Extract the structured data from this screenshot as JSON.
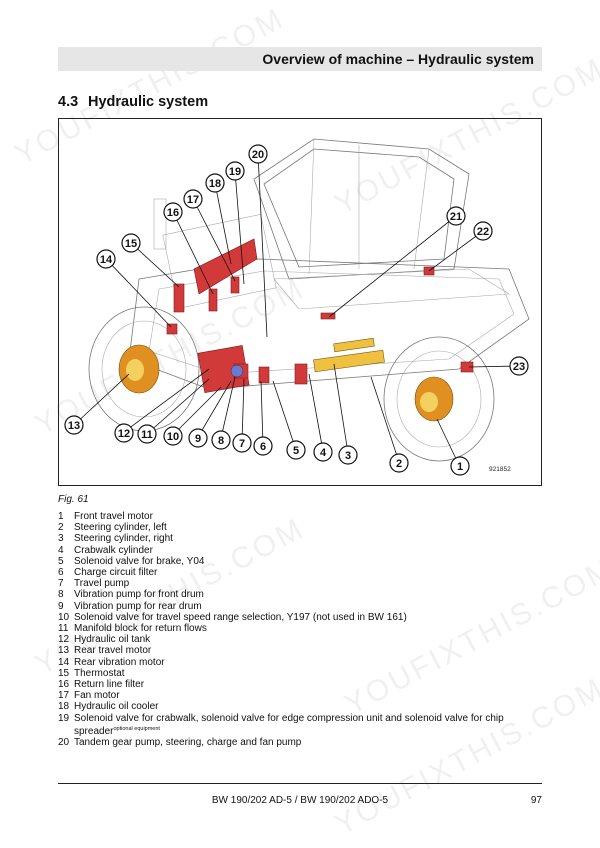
{
  "header": {
    "title": "Overview of machine – Hydraulic system"
  },
  "section": {
    "number": "4.3",
    "title": "Hydraulic system"
  },
  "figure": {
    "id": "921852",
    "caption": "Fig.  61",
    "callouts": [
      "1",
      "2",
      "3",
      "4",
      "5",
      "6",
      "7",
      "8",
      "9",
      "10",
      "11",
      "12",
      "13",
      "14",
      "15",
      "16",
      "17",
      "18",
      "19",
      "20",
      "21",
      "22",
      "23"
    ]
  },
  "legend": [
    {
      "num": "1",
      "text": "Front travel motor"
    },
    {
      "num": "2",
      "text": "Steering cylinder, left"
    },
    {
      "num": "3",
      "text": "Steering cylinder, right"
    },
    {
      "num": "4",
      "text": "Crabwalk cylinder"
    },
    {
      "num": "5",
      "text": "Solenoid valve for brake, Y04"
    },
    {
      "num": "6",
      "text": "Charge circuit filter"
    },
    {
      "num": "7",
      "text": "Travel pump"
    },
    {
      "num": "8",
      "text": "Vibration pump for front drum"
    },
    {
      "num": "9",
      "text": "Vibration pump for rear drum"
    },
    {
      "num": "10",
      "text": "Solenoid valve for travel speed range selection, Y197 (not used in BW 161)"
    },
    {
      "num": "11",
      "text": "Manifold block for return flows"
    },
    {
      "num": "12",
      "text": "Hydraulic oil tank"
    },
    {
      "num": "13",
      "text": "Rear travel motor"
    },
    {
      "num": "14",
      "text": "Rear vibration motor"
    },
    {
      "num": "15",
      "text": "Thermostat"
    },
    {
      "num": "16",
      "text": "Return line filter"
    },
    {
      "num": "17",
      "text": "Fan motor"
    },
    {
      "num": "18",
      "text": "Hydraulic oil cooler"
    },
    {
      "num": "19",
      "text": "Solenoid valve for crabwalk, solenoid valve for edge compression unit and solenoid valve for chip",
      "text2": "spreader",
      "note": "optional equipment"
    },
    {
      "num": "20",
      "text": "Tandem gear pump, steering, charge and fan pump"
    }
  ],
  "footer": {
    "doc": "BW 190/202 AD-5 / BW 190/202 ADO-5",
    "page": "97"
  },
  "watermark": {
    "text": "YOUFIXTHIS.COM"
  },
  "colors": {
    "hydraulic": "#d23a3a",
    "motor": "#e09020",
    "header_bg": "#e6e6e6"
  }
}
